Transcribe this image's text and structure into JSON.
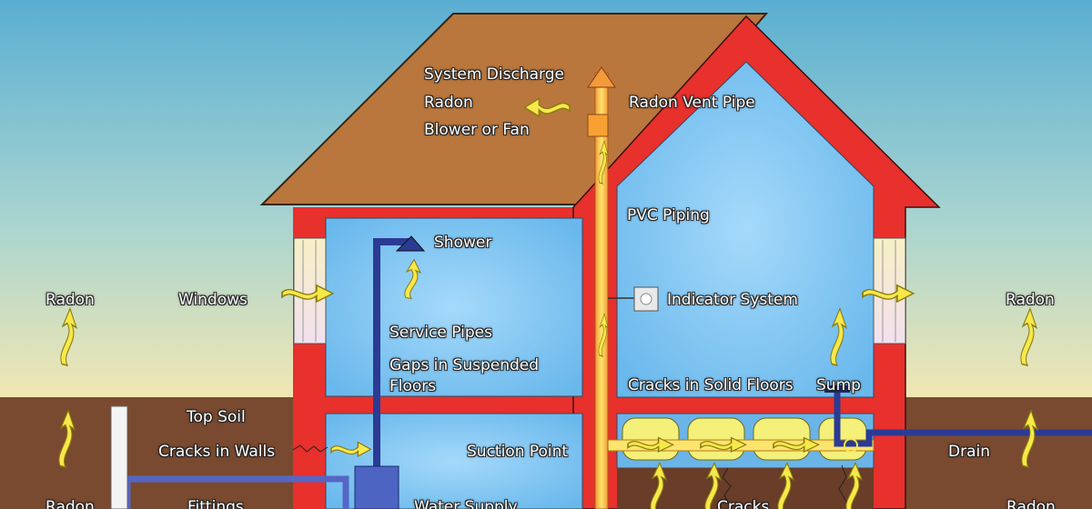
{
  "labels": {
    "system_discharge": "System Discharge",
    "radon_top": "Radon",
    "blower_or_fan": "Blower or Fan",
    "radon_vent_pipe": "Radon Vent Pipe",
    "pvc_piping": "PVC Piping",
    "shower": "Shower",
    "radon_left": "Radon",
    "windows": "Windows",
    "indicator_system": "Indicator System",
    "radon_right": "Radon",
    "service_pipes": "Service Pipes",
    "gaps_in_suspended_floors": "Gaps in Suspended\nFloors",
    "cracks_in_solid_floors": "Cracks in Solid Floors",
    "sump": "Sump",
    "top_soil": "Top Soil",
    "cracks_in_walls": "Cracks in Walls",
    "suction_point": "Suction Point",
    "drain": "Drain",
    "radon_bottom_left": "Radon",
    "fittings": "Fittings",
    "water_supply": "Water Supply",
    "cracks": "Cracks",
    "radon_bottom_right": "Radon"
  },
  "colors": {
    "sky_top": "#5aaed3",
    "sky_bottom": "#f2e7b2",
    "soil": "#7a4a30",
    "roof": "#b9773d",
    "wall": "#e8302c",
    "room": "#7fc6f2",
    "radon_arrow": "#f7e84a",
    "vent_pipe": "#f6a13a",
    "service_pipe": "#2b3b94"
  }
}
